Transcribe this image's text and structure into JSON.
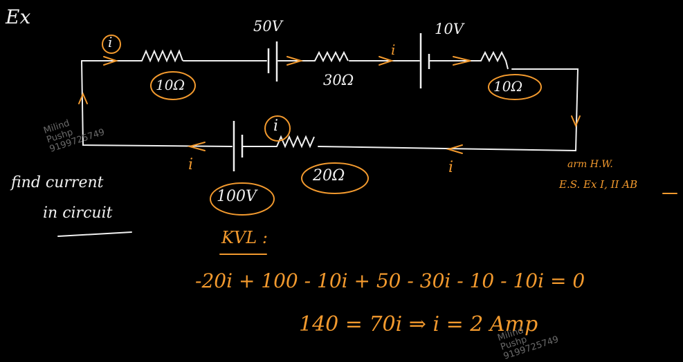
{
  "colors": {
    "background": "#000000",
    "ink_white": "#f2f2f2",
    "ink_orange": "#f39a2e",
    "watermark": "#6a6a6a"
  },
  "heading": "Ex",
  "components": {
    "r1": "10Ω",
    "r2": "30Ω",
    "r3": "10Ω",
    "r4": "20Ω",
    "v1": "50V",
    "v2": "10V",
    "v3": "100V"
  },
  "current_labels": {
    "top_left": "i",
    "top_mid": "i",
    "bottom_mid": "i",
    "bottom_left": "i",
    "bottom_right": "i"
  },
  "question": {
    "line1": "find current",
    "line2": "in circuit"
  },
  "homework": {
    "line1": "arm H.W.",
    "line2": "E.S. Ex I, II AB"
  },
  "method": "KVL :",
  "equations": {
    "kvl": "-20i + 100 - 10i + 50 - 30i - 10 - 10i = 0",
    "result": "140 = 70i ⇒ i = 2 Amp"
  },
  "watermark": {
    "name": "Milind",
    "surname": "Pushp",
    "phone": "9199725749"
  }
}
